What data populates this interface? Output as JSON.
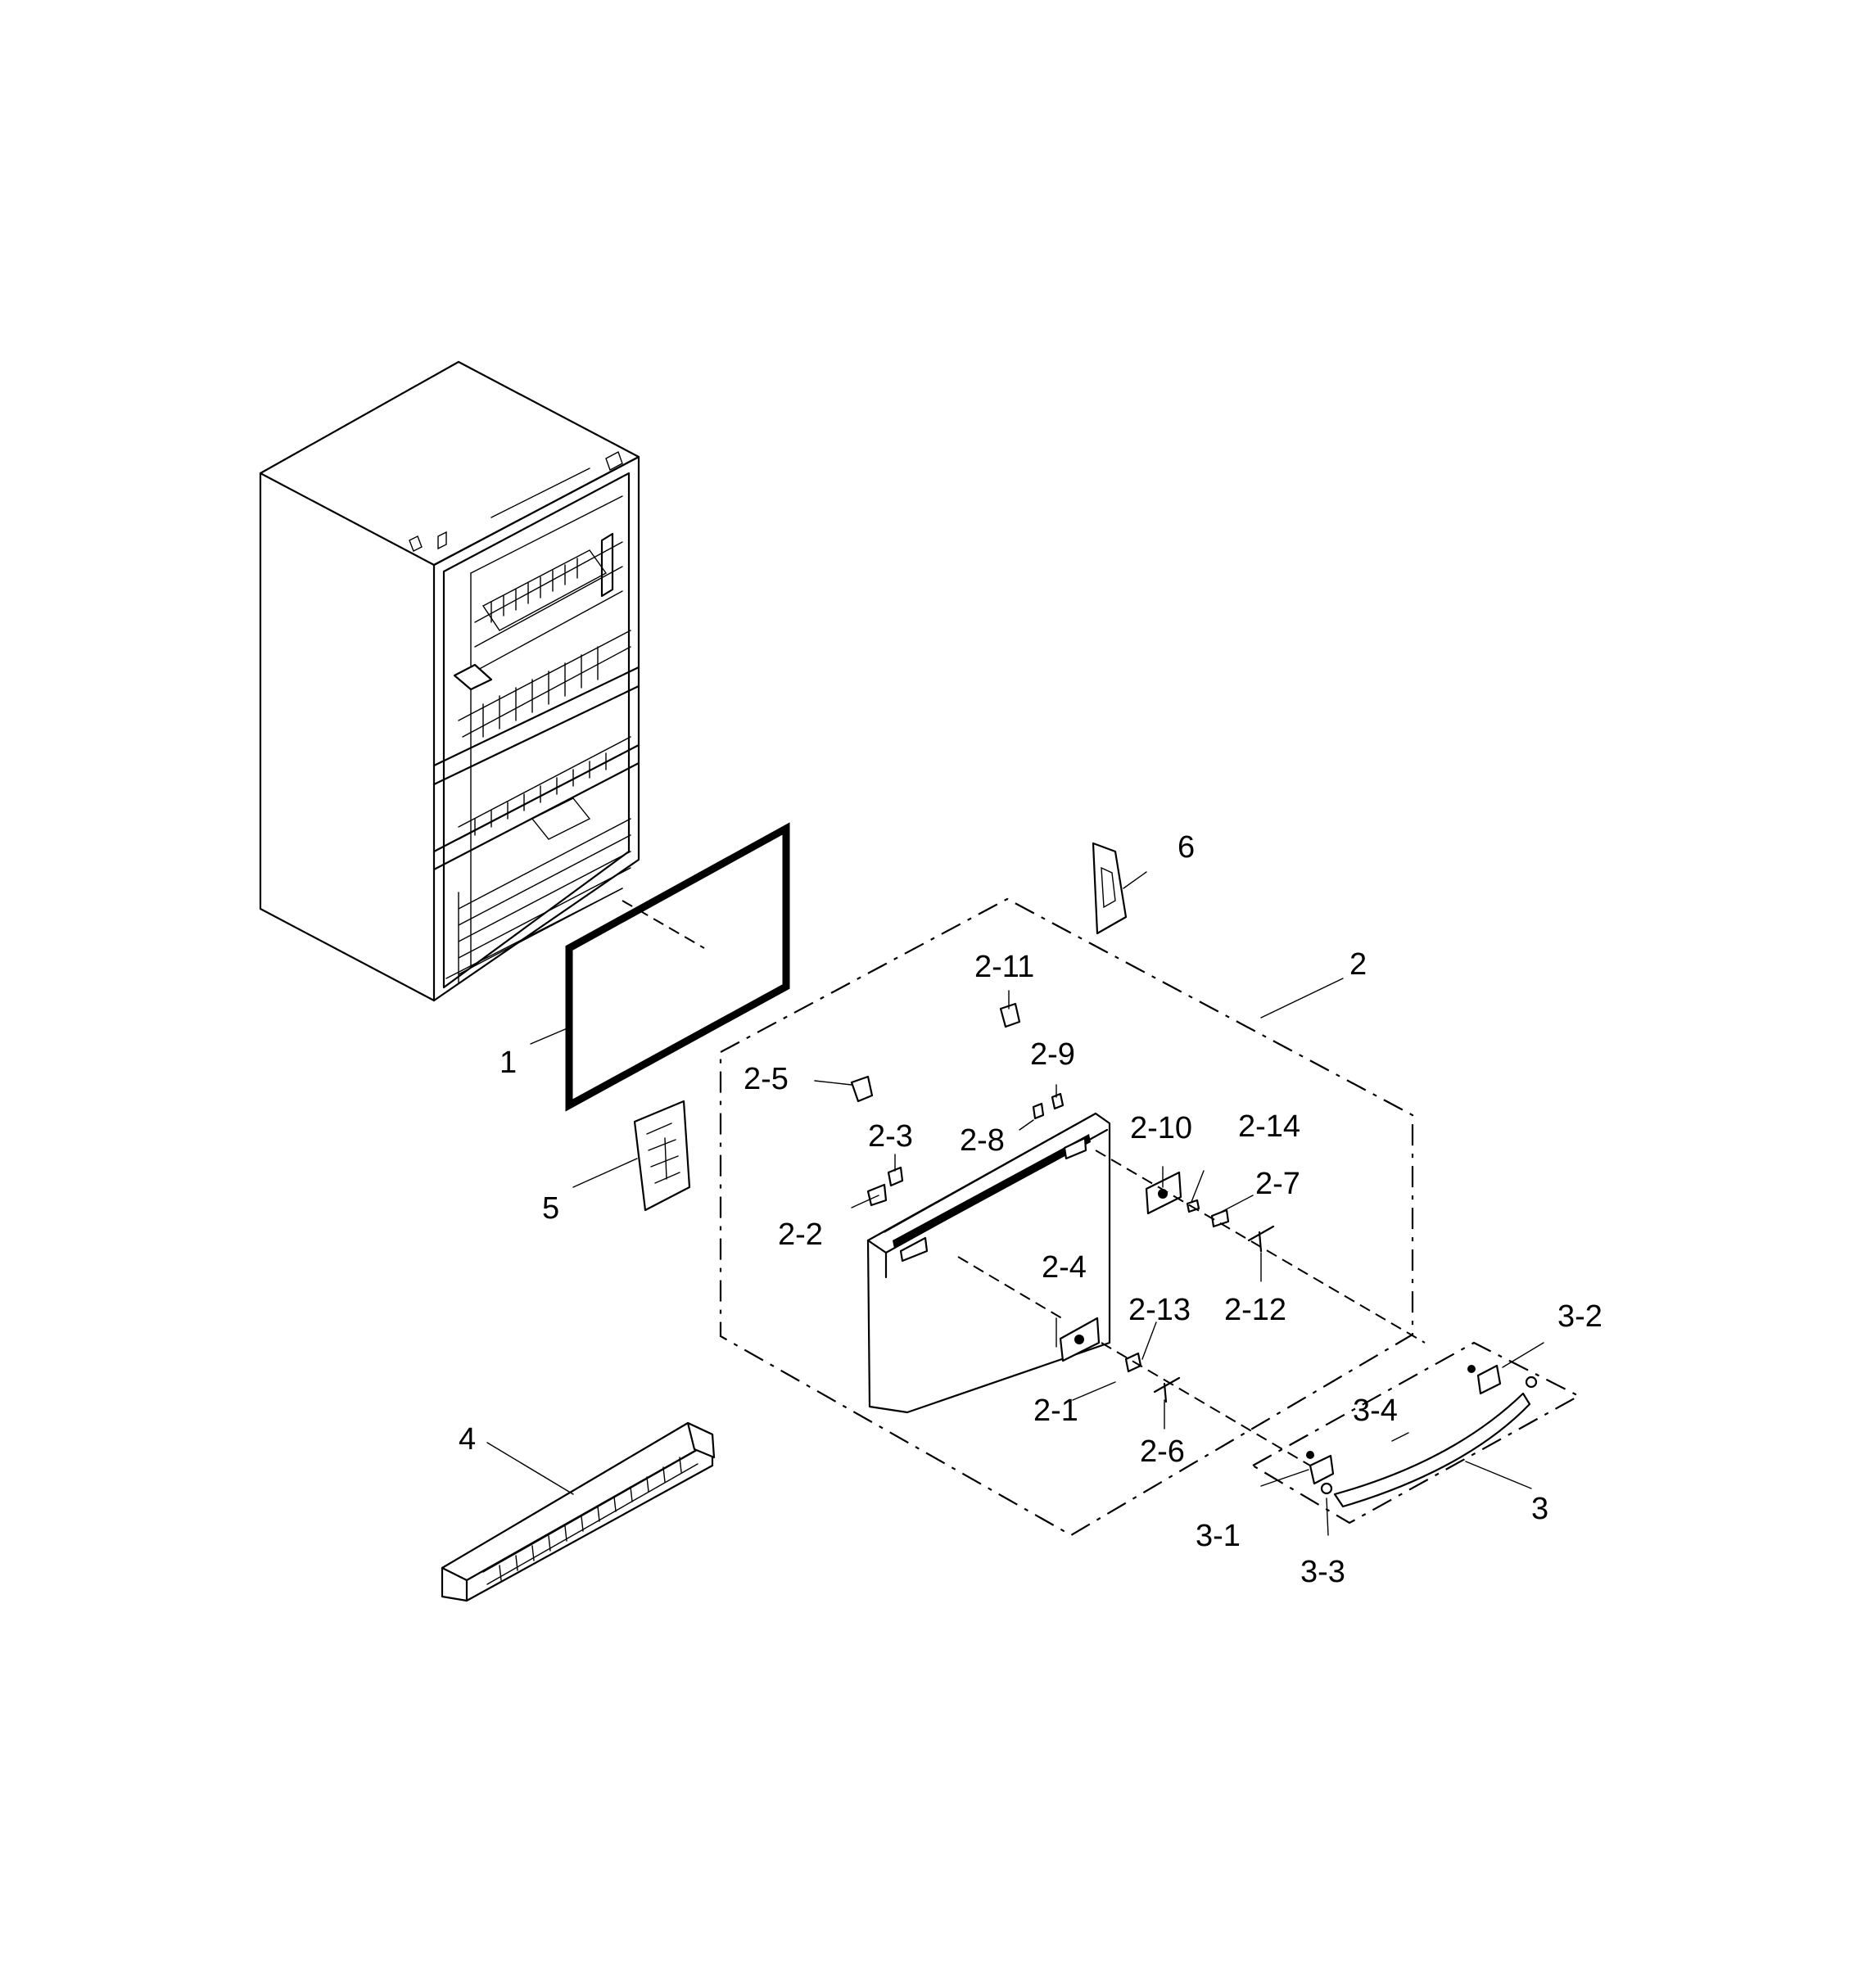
{
  "labels": {
    "l1": "1",
    "l2": "2",
    "l2_1": "2-1",
    "l2_2": "2-2",
    "l2_3": "2-3",
    "l2_4": "2-4",
    "l2_5": "2-5",
    "l2_6": "2-6",
    "l2_7": "2-7",
    "l2_8": "2-8",
    "l2_9": "2-9",
    "l2_10": "2-10",
    "l2_11": "2-11",
    "l2_12": "2-12",
    "l2_13": "2-13",
    "l2_14": "2-14",
    "l3": "3",
    "l3_1": "3-1",
    "l3_2": "3-2",
    "l3_3": "3-3",
    "l3_4": "3-4",
    "l4": "4",
    "l5": "5",
    "l6": "6"
  }
}
